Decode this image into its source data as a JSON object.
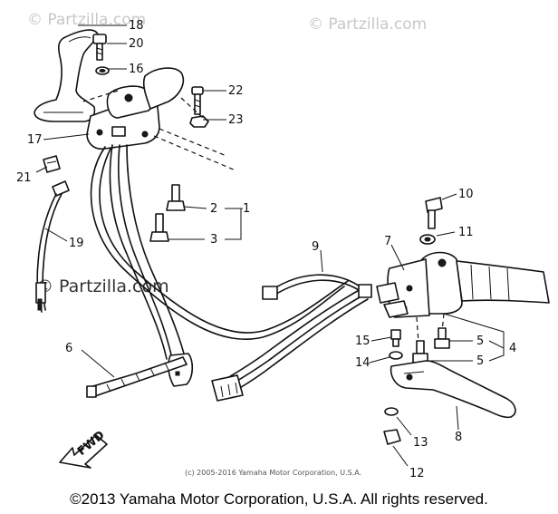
{
  "watermarks": {
    "top_left": "© Partzilla.com",
    "top_right": "© Partzilla.com",
    "middle": "© Partzilla.com"
  },
  "diagram_copyright": "(c) 2005-2016 Yamaha Motor Corporation, U.S.A.",
  "fwd_label": "FWD",
  "callouts": {
    "c1": "1",
    "c2": "2",
    "c3": "3",
    "c4": "4",
    "c5a": "5",
    "c5b": "5",
    "c6": "6",
    "c7": "7",
    "c8": "8",
    "c9": "9",
    "c10": "10",
    "c11": "11",
    "c12": "12",
    "c13": "13",
    "c14": "14",
    "c15": "15",
    "c16": "16",
    "c17": "17",
    "c18": "18",
    "c19": "19",
    "c20": "20",
    "c21": "21",
    "c22": "22",
    "c23": "23"
  },
  "footer_copyright": "©2013 Yamaha Motor Corporation, U.S.A. All rights reserved."
}
